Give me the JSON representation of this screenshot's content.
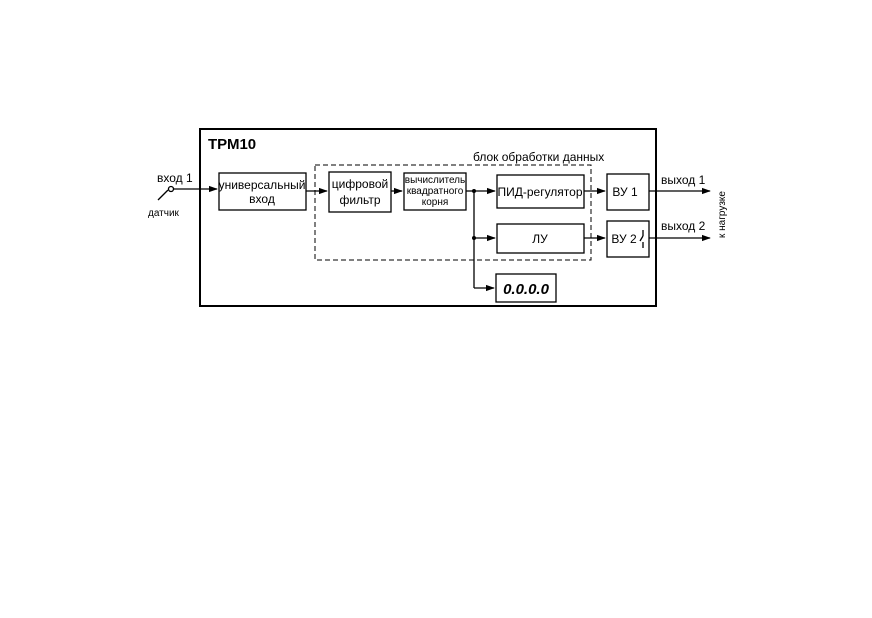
{
  "device": {
    "title": "ТРМ10"
  },
  "input": {
    "label": "вход 1",
    "sensor_label": "датчик"
  },
  "blocks": {
    "universal_input": [
      "универсальный",
      "вход"
    ],
    "digital_filter": [
      "цифровой",
      "фильтр"
    ],
    "sqrt_calculator": [
      "вычислитель",
      "квадратного",
      "корня"
    ],
    "pid_regulator": "ПИД-регулятор",
    "logic_unit": "ЛУ",
    "output_device_1": "ВУ 1",
    "output_device_2": "ВУ 2",
    "display": "0.0.0.0"
  },
  "processing_group": {
    "label": "блок обработки данных"
  },
  "outputs": {
    "output_1": "выход 1",
    "output_2": "выход 2",
    "load_label": "к нагрузке"
  }
}
